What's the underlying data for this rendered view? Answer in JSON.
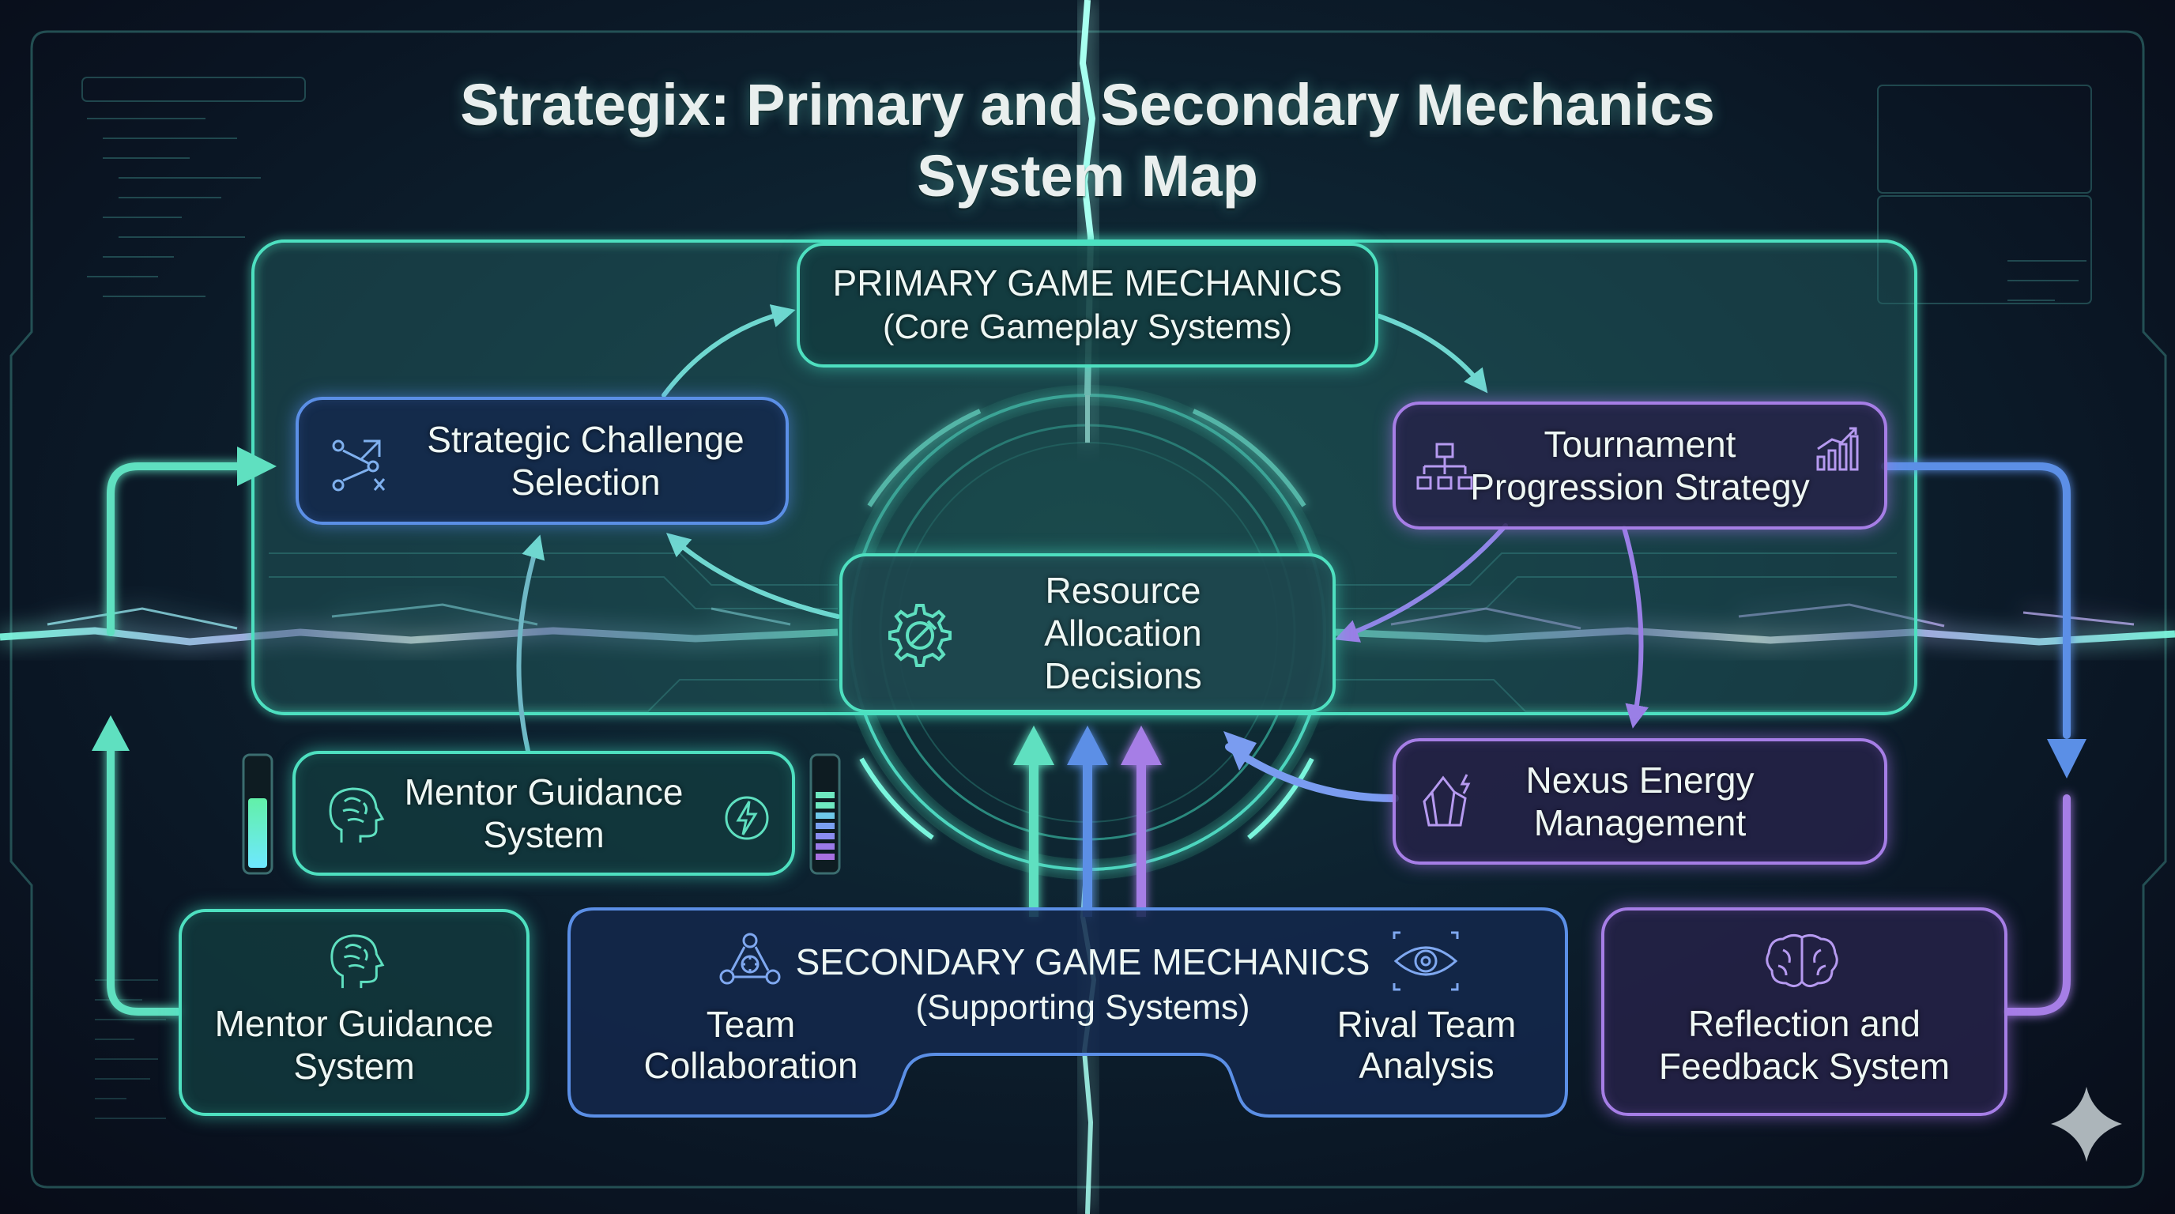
{
  "title": {
    "line1": "Strategix: Primary and Secondary Mechanics",
    "line2": "System Map"
  },
  "primary": {
    "header_line1": "PRIMARY GAME MECHANICS",
    "header_line2": "(Core Gameplay Systems)",
    "strategic_challenge": [
      "Strategic Challenge",
      "Selection"
    ],
    "tournament": [
      "Tournament",
      "Progression Strategy"
    ],
    "resource": [
      "Resource",
      "Allocation",
      "Decisions"
    ]
  },
  "nexus": [
    "Nexus Energy",
    "Management"
  ],
  "mentor_mid": [
    "Mentor Guidance",
    "System"
  ],
  "mentor_low": [
    "Mentor Guidance",
    "System"
  ],
  "secondary": {
    "header_line1": "SECONDARY GAME MECHANICS",
    "header_line2": "(Supporting Systems)",
    "team": [
      "Team",
      "Collaboration"
    ],
    "rival": [
      "Rival Team",
      "Analysis"
    ]
  },
  "reflection": [
    "Reflection and",
    "Feedback System"
  ],
  "colors": {
    "teal": "#4ee0c0",
    "blue": "#5b8fe6",
    "purple": "#a67ee6",
    "lightning": "#a8fff0"
  },
  "icons": {
    "strategic_challenge": "branching-arrows-icon",
    "tournament_left": "org-chart-icon",
    "tournament_right": "bar-chart-growth-icon",
    "resource": "gear-wrench-icon",
    "mentor_mid_left": "head-brain-icon",
    "mentor_mid_right": "lightning-gear-icon",
    "nexus": "crystal-energy-icon",
    "mentor_low": "head-brain-icon",
    "team": "team-network-icon",
    "rival": "eye-scan-icon",
    "reflection": "brain-icon",
    "corner": "sparkle-icon"
  }
}
